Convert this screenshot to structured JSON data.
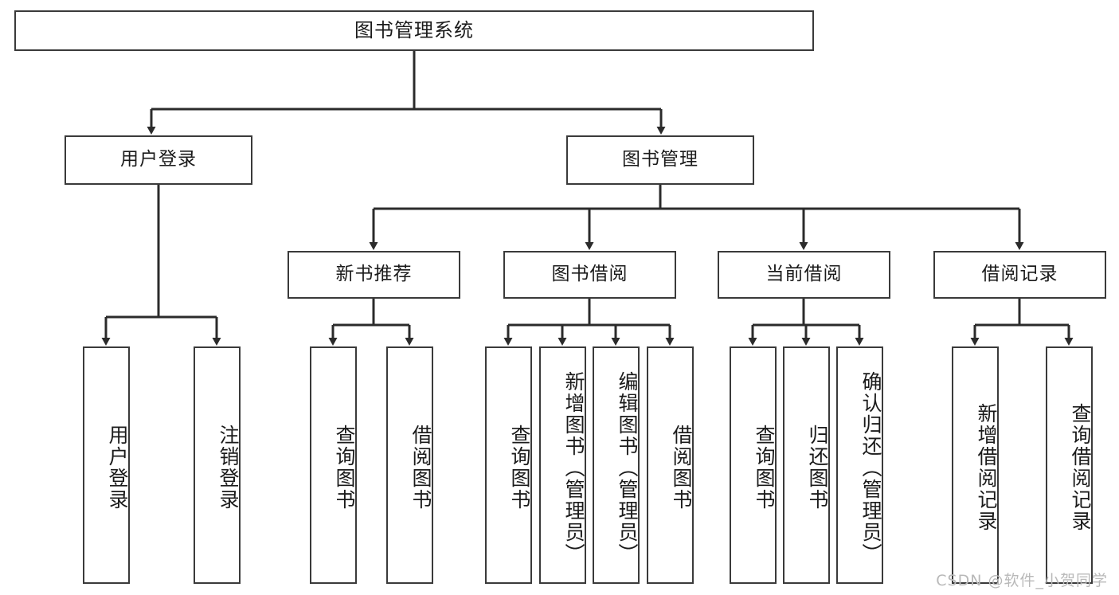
{
  "diagram": {
    "type": "tree",
    "title": "图书管理系统",
    "orientation": "top-down",
    "colors": {
      "box_border": "#3a3a3a",
      "box_fill": "#ffffff",
      "connector": "#2b2b2b",
      "text": "#1b1b1b",
      "watermark": "#b9b9b9",
      "background": "#ffffff"
    },
    "root": {
      "id": "root",
      "label": "图书管理系统"
    },
    "level2": [
      {
        "id": "user-login",
        "label": "用户登录"
      },
      {
        "id": "book-manage",
        "label": "图书管理"
      }
    ],
    "level3": [
      {
        "id": "new-book-rec",
        "label": "新书推荐"
      },
      {
        "id": "book-borrow",
        "label": "图书借阅"
      },
      {
        "id": "current-borrow",
        "label": "当前借阅"
      },
      {
        "id": "borrow-record",
        "label": "借阅记录"
      }
    ],
    "leaves": {
      "user_login": [
        {
          "id": "leaf-user-login",
          "label": "用户登录"
        },
        {
          "id": "leaf-logout-login",
          "label": "注销登录"
        }
      ],
      "new_book_rec": [
        {
          "id": "leaf-query-book-1",
          "label": "查询图书"
        },
        {
          "id": "leaf-borrow-book-1",
          "label": "借阅图书"
        }
      ],
      "book_borrow": [
        {
          "id": "leaf-query-book-2",
          "label": "查询图书"
        },
        {
          "id": "leaf-add-book",
          "label": "新增图书（管理员）"
        },
        {
          "id": "leaf-edit-book",
          "label": "编辑图书（管理员）"
        },
        {
          "id": "leaf-borrow-book-2",
          "label": "借阅图书"
        }
      ],
      "current_borrow": [
        {
          "id": "leaf-query-book-3",
          "label": "查询图书"
        },
        {
          "id": "leaf-return-book",
          "label": "归还图书"
        },
        {
          "id": "leaf-confirm-return",
          "label": "确认归还（管理员）"
        }
      ],
      "borrow_record": [
        {
          "id": "leaf-add-record",
          "label": "新增借阅记录"
        },
        {
          "id": "leaf-query-record",
          "label": "查询借阅记录"
        }
      ]
    }
  },
  "watermark": {
    "text": "CSDN @软件_小贺同学"
  }
}
